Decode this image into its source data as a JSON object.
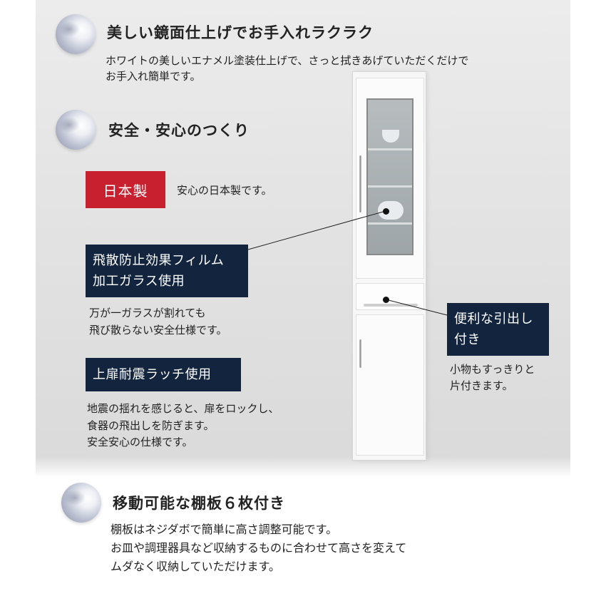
{
  "section1": {
    "heading": "美しい鏡面仕上げでお手入れラクラク",
    "body_line1": "ホワイトの美しいエナメル塗装仕上げで、さっと拭きあげていただくだけで",
    "body_line2": "お手入れ簡単です。"
  },
  "section2": {
    "heading": "安全・安心のつくり",
    "badge": "日本製",
    "badge_text": "安心の日本製です。",
    "film_box_line1": "飛散防止効果フィルム",
    "film_box_line2": "加工ガラス使用",
    "film_text_line1": "万が一ガラスが割れても",
    "film_text_line2": "飛び散らない安全仕様です。",
    "latch_box": "上扉耐震ラッチ使用",
    "latch_text_line1": "地震の揺れを感じると、扉をロックし、",
    "latch_text_line2": "食器の飛出しを防ぎます。",
    "latch_text_line3": "安全安心の仕様です。",
    "drawer_box_line1": "便利な引出し",
    "drawer_box_line2": "付き",
    "drawer_text_line1": "小物もすっきりと",
    "drawer_text_line2": "片付きます。"
  },
  "section3": {
    "heading": "移動可能な棚板６枚付き",
    "body_line1": "棚板はネジダボで簡単に高さ調整可能です。",
    "body_line2": "お皿や調理器具など収納するものに合わせて高さを変えて",
    "body_line3": "ムダなく収納していただけます。"
  },
  "colors": {
    "badge_red": "#c8202e",
    "box_navy": "#12243e"
  },
  "icons": {
    "bullet": "silver-orb-icon"
  }
}
